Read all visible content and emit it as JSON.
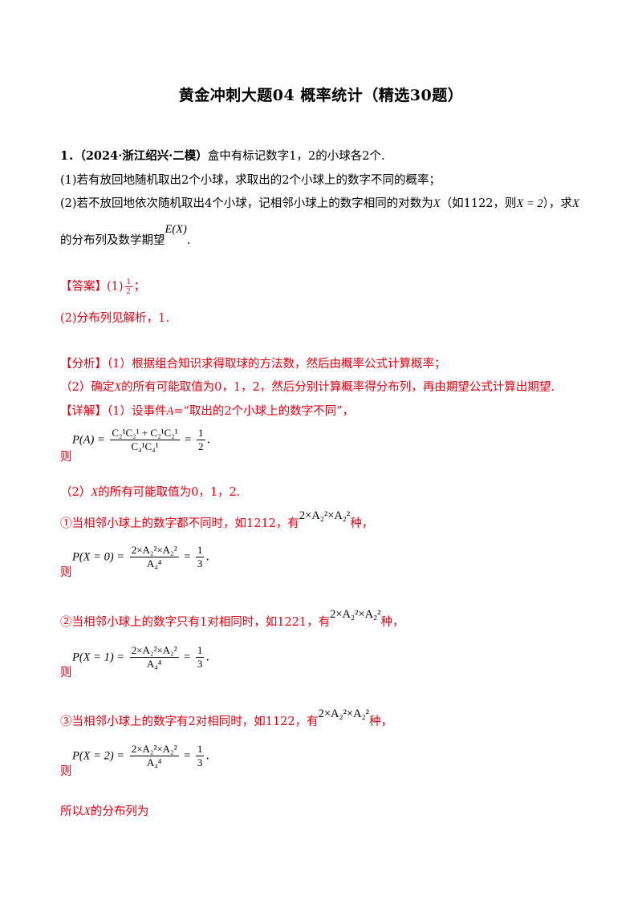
{
  "title": "黄金冲刺大题04  概率统计（精选30题）",
  "problem": {
    "number": "1．",
    "source": "（2024·浙江绍兴·二模）",
    "stem": "盒中有标记数字1，2的小球各2个.",
    "part1": "(1)若有放回地随机取出2个小球，求取出的2个小球上的数字不同的概率；",
    "part2_a": "(2)若不放回地依次随机取出4个小球，记相邻小球上的数字相同的对数为",
    "part2_var": "X",
    "part2_b": "（如1122，则",
    "part2_eq": "X = 2",
    "part2_c": "），求",
    "part2_var2": "X",
    "part2_d": "的分布列及数学期望",
    "part2_exp": "E(X)",
    "part2_end": "."
  },
  "answer": {
    "label": "【答案】",
    "part1_prefix": "(1)",
    "part1_num": "1",
    "part1_den": "2",
    "part1_end": "；",
    "part2": "(2)分布列见解析，1."
  },
  "analysis": {
    "label": "【分析】",
    "line1": "（1）根据组合知识求得取球的方法数，然后由概率公式计算概率；",
    "line2_a": "（2）确定",
    "line2_var": "X",
    "line2_b": "的所有可能取值为0，1，2，然后分别计算概率得分布列，再由期望公式计算出期望."
  },
  "detail": {
    "label": "【详解】",
    "line1": "（1）设事件",
    "event": "A",
    "line1_b": "=“取出的2个小球上的数字不同”，",
    "then": "则",
    "p_a_lhs": "P(A) =",
    "p_a_num": "C₂¹C₂¹ + C₂¹C₂¹",
    "p_a_den": "C₄¹C₄¹",
    "p_a_rhs_num": "1",
    "p_a_rhs_den": "2",
    "period": ".",
    "part2_a": "（2）",
    "part2_var": "X",
    "part2_b": "的所有可能取值为0，1，2.",
    "case1": "①当相邻小球上的数字都不同时，如1212，有",
    "case1_expr": "2×A₂²×A₂²",
    "case1_end": "种，",
    "case1_lhs": "P(X = 0) =",
    "case1_num": "2×A₂²×A₂²",
    "case1_den": "A₄⁴",
    "case1_res_num": "1",
    "case1_res_den": "3",
    "case2": "②当相邻小球上的数字只有1对相同时，如1221，有",
    "case2_expr": "2×A₂²×A₂²",
    "case2_end": "种，",
    "case2_lhs": "P(X = 1) =",
    "case2_num": "2×A₂²×A₂²",
    "case2_den": "A₄⁴",
    "case2_res_num": "1",
    "case2_res_den": "3",
    "case3": "③当相邻小球上的数字有2对相同时，如1122，有",
    "case3_expr": "2×A₂²×A₂²",
    "case3_end": "种，",
    "case3_lhs": "P(X = 2) =",
    "case3_num": "2×A₂²×A₂²",
    "case3_den": "A₄⁴",
    "case3_res_num": "1",
    "case3_res_den": "3",
    "conclusion_a": "所以",
    "conclusion_var": "X",
    "conclusion_b": "的分布列为"
  },
  "colors": {
    "answer_red": "#e60012",
    "text": "#000000"
  }
}
